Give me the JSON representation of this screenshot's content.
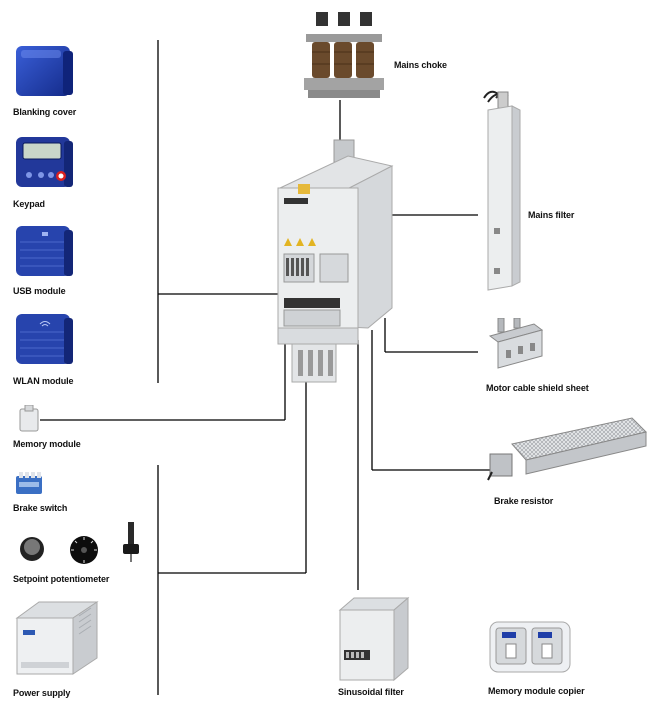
{
  "labels": {
    "blanking_cover": "Blanking cover",
    "keypad": "Keypad",
    "usb_module": "USB module",
    "wlan_module": "WLAN module",
    "memory_module": "Memory module",
    "brake_switch": "Brake switch",
    "setpoint_potentiometer": "Setpoint potentiometer",
    "power_supply": "Power supply",
    "mains_choke": "Mains choke",
    "mains_filter": "Mains filter",
    "motor_cable_shield_sheet": "Motor cable shield sheet",
    "brake_resistor": "Brake resistor",
    "sinusoidal_filter": "Sinusoidal filter",
    "memory_module_copier": "Memory module copier"
  },
  "colors": {
    "module_blue": "#1f3ea8",
    "line": "#000000",
    "inverter_body": "#eceeef",
    "choke_copper": "#6a4a2c"
  }
}
